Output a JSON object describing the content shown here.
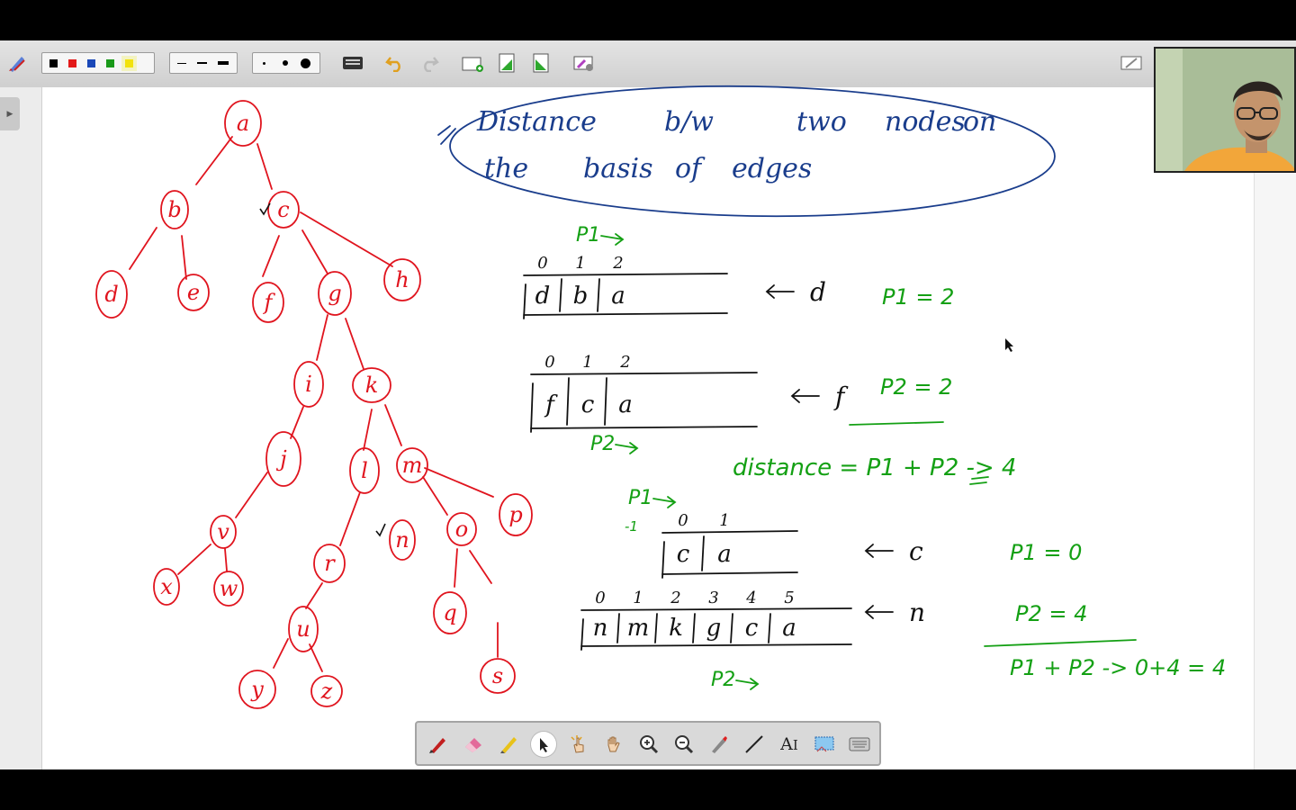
{
  "toolbar": {
    "colors": [
      "#000000",
      "#e31919",
      "#1a48b8",
      "#1a9a1a",
      "#f2e20d"
    ],
    "line_widths": [
      "thin",
      "medium",
      "thick"
    ],
    "dot_sizes": [
      "small",
      "medium",
      "large"
    ],
    "icons": [
      "pen-settings-icon",
      "keyboard-icon",
      "undo-icon",
      "redo-icon",
      "new-page-icon",
      "prev-page-icon",
      "next-page-icon",
      "screen-capture-icon",
      "clear-icon"
    ]
  },
  "whiteboard": {
    "title_line1": [
      "Distance",
      "b/w",
      "two",
      "nodes",
      "on"
    ],
    "title_line2": [
      "the",
      "basis",
      "of",
      "edges"
    ],
    "tree_nodes": [
      "a",
      "b",
      "c",
      "d",
      "e",
      "f",
      "g",
      "h",
      "i",
      "k",
      "j",
      "l",
      "m",
      "v",
      "r",
      "n",
      "o",
      "p",
      "x",
      "w",
      "u",
      "q",
      "s",
      "y",
      "z"
    ],
    "array1": {
      "indices": [
        "0",
        "1",
        "2"
      ],
      "cells": [
        "d",
        "b",
        "a"
      ],
      "pointer": "P1",
      "arrow_label": "d",
      "result": "P1 = 2"
    },
    "array2": {
      "indices": [
        "0",
        "1",
        "2"
      ],
      "cells": [
        "f",
        "c",
        "a"
      ],
      "pointer": "P2",
      "arrow_label": "f",
      "result": "P2 = 2"
    },
    "distance_line": "distance = P1 + P2 -> 4",
    "array3": {
      "start_index": "-1",
      "indices": [
        "0",
        "1"
      ],
      "cells": [
        "c",
        "a"
      ],
      "pointer": "P1",
      "arrow_label": "c",
      "result": "P1 = 0"
    },
    "array4": {
      "indices": [
        "0",
        "1",
        "2",
        "3",
        "4",
        "5"
      ],
      "cells": [
        "n",
        "m",
        "k",
        "g",
        "c",
        "a"
      ],
      "pointer": "P2",
      "arrow_label": "n",
      "result": "P2 = 4"
    },
    "final_line": "P1 + P2 -> 0+4 = 4"
  },
  "bottom_tools": [
    "pen-icon",
    "eraser-icon",
    "highlighter-icon",
    "select-pointer-icon",
    "click-hand-icon",
    "pan-hand-icon",
    "zoom-in-icon",
    "zoom-out-icon",
    "laser-pen-icon",
    "line-icon",
    "text-icon",
    "screen-icon",
    "keyboard-icon"
  ]
}
